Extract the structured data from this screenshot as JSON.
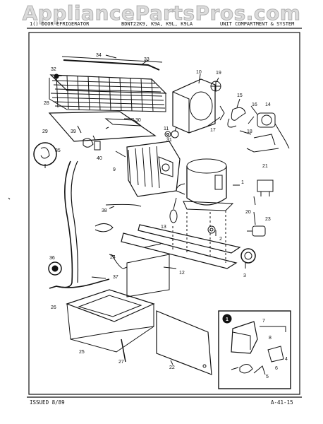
{
  "watermark": "AppliancePartsPros.com",
  "header": {
    "left": "1()  DOOR   EFRIGERATOR",
    "center": "BDNT22K9, K9A, K9L, K9LA",
    "right": "UNIT COMPARTMENT & SYSTEM"
  },
  "footer": {
    "issued": "ISSUED 8/89",
    "page": "A-41-15"
  },
  "callouts": {
    "c1": "1",
    "c2": "2",
    "c3": "3",
    "c4": "4",
    "c5": "5",
    "c6": "6",
    "c7": "7",
    "c8": "8",
    "c9": "9",
    "c10": "10",
    "c11": "11",
    "c12": "12",
    "c13": "13",
    "c15": "15",
    "c16": "16",
    "c17": "17",
    "c18": "18",
    "c19": "19",
    "c20": "20",
    "c21": "21",
    "c22": "22",
    "c23": "23",
    "c24": "24",
    "c25": "25",
    "c26": "26",
    "c27": "27",
    "c28": "28",
    "c29": "29",
    "c30": "30",
    "c31": "31",
    "c32": "32",
    "c33": "33",
    "c34": "34",
    "c35": "35",
    "c36": "36",
    "c37": "37",
    "c38": "38",
    "c39": "39",
    "c40": "40",
    "inset_marker": "1"
  }
}
